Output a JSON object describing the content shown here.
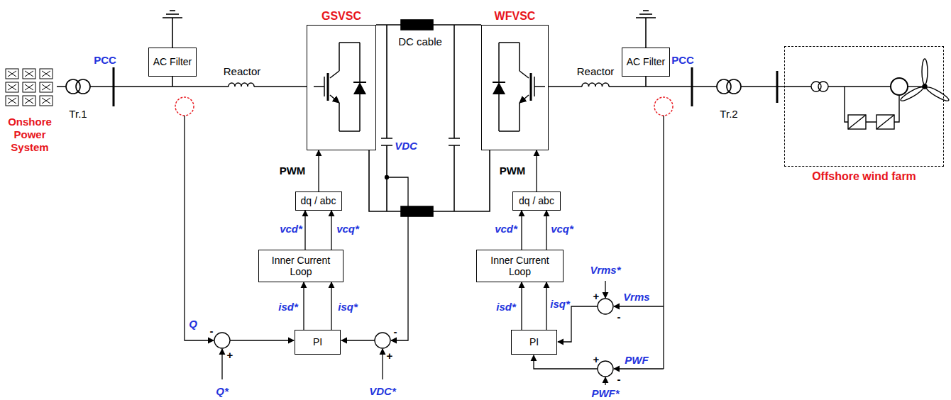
{
  "diagram": {
    "nodes": [
      {
        "text": [
          "AC Filter"
        ]
      },
      {
        "text": [
          "GSVSC"
        ]
      },
      {
        "text": [
          "AC Filter"
        ]
      },
      {
        "text": [
          "WFVSC"
        ]
      },
      {
        "text": [
          "Offshore wind farm"
        ]
      },
      {
        "text": [
          "dq / abc"
        ]
      },
      {
        "text": [
          "Inner Current Loop"
        ]
      },
      {
        "text": [
          "PI"
        ]
      },
      {
        "text": [
          "dq / abc"
        ]
      },
      {
        "text": [
          "Inner Current Loop"
        ]
      },
      {
        "text": [
          "PI"
        ]
      }
    ],
    "edges": [
      {
        "from": 5,
        "to": 1,
        "arrow": "to",
        "label": "PWM"
      },
      {
        "from": 6,
        "to": 5,
        "arrow": "to",
        "label": "vcd*"
      },
      {
        "from": 6,
        "to": 5,
        "arrow": "to",
        "label": "vcq*"
      },
      {
        "from": 7,
        "to": 6,
        "arrow": "to",
        "label": "isd*"
      },
      {
        "from": 7,
        "to": 6,
        "arrow": "to",
        "label": "isq*"
      },
      {
        "from": 8,
        "to": 3,
        "arrow": "to",
        "label": "PWM"
      },
      {
        "from": 9,
        "to": 8,
        "arrow": "to",
        "label": "vcd*"
      },
      {
        "from": 9,
        "to": 8,
        "arrow": "to",
        "label": "vcq*"
      },
      {
        "from": 10,
        "to": 9,
        "arrow": "to",
        "label": "isd*"
      },
      {
        "from": 10,
        "to": 9,
        "arrow": "to",
        "label": "isq*"
      }
    ],
    "labels": [
      "Onshore Power System",
      "Tr.1",
      "PCC",
      "Reactor",
      "DC cable",
      "VDC",
      "Q",
      "-",
      "+",
      "Q*",
      "+",
      "-",
      "VDC*",
      "Reactor",
      "PCC",
      "Tr.2",
      "Vrms*",
      "+",
      "-",
      "Vrms",
      "+",
      "-",
      "PWF",
      "PWF*"
    ]
  }
}
